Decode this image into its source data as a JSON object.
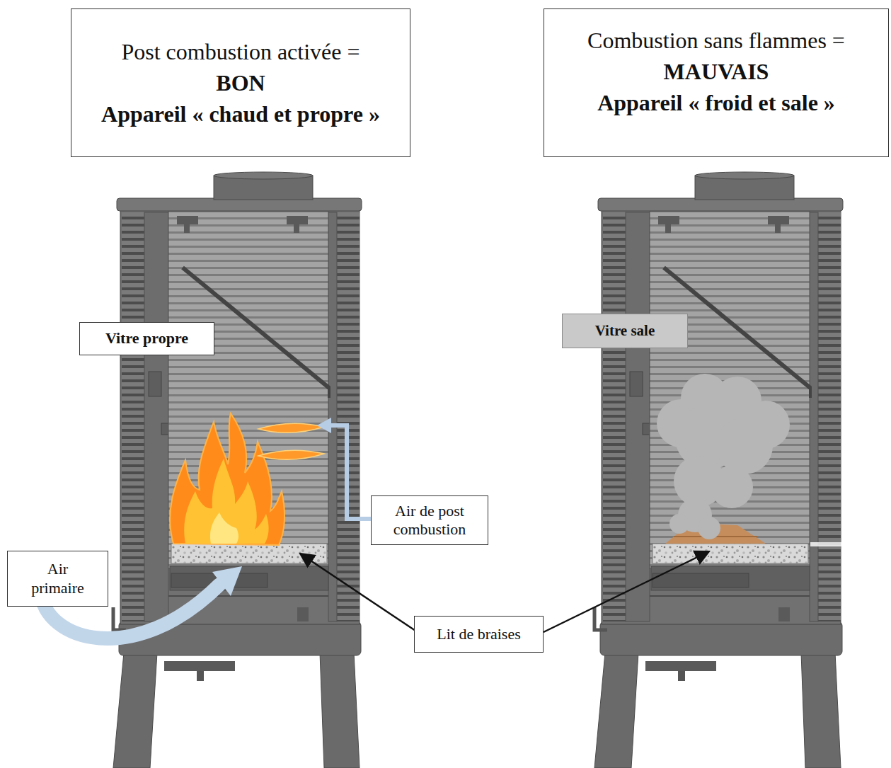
{
  "diagram": {
    "nodes": [
      {
        "text": [
          "Post combustion activée =",
          "BON",
          "Appareil « chaud et propre »"
        ]
      },
      {
        "text": [
          "Combustion sans flammes =",
          "MAUVAIS",
          "Appareil « froid et sale »"
        ]
      },
      {
        "text": [
          "Vitre propre"
        ]
      },
      {
        "text": [
          "Vitre sale"
        ]
      },
      {
        "text": [
          "Air de post combustion"
        ]
      },
      {
        "text": [
          "Air primaire"
        ]
      },
      {
        "text": [
          "Lit de braises"
        ]
      }
    ]
  }
}
